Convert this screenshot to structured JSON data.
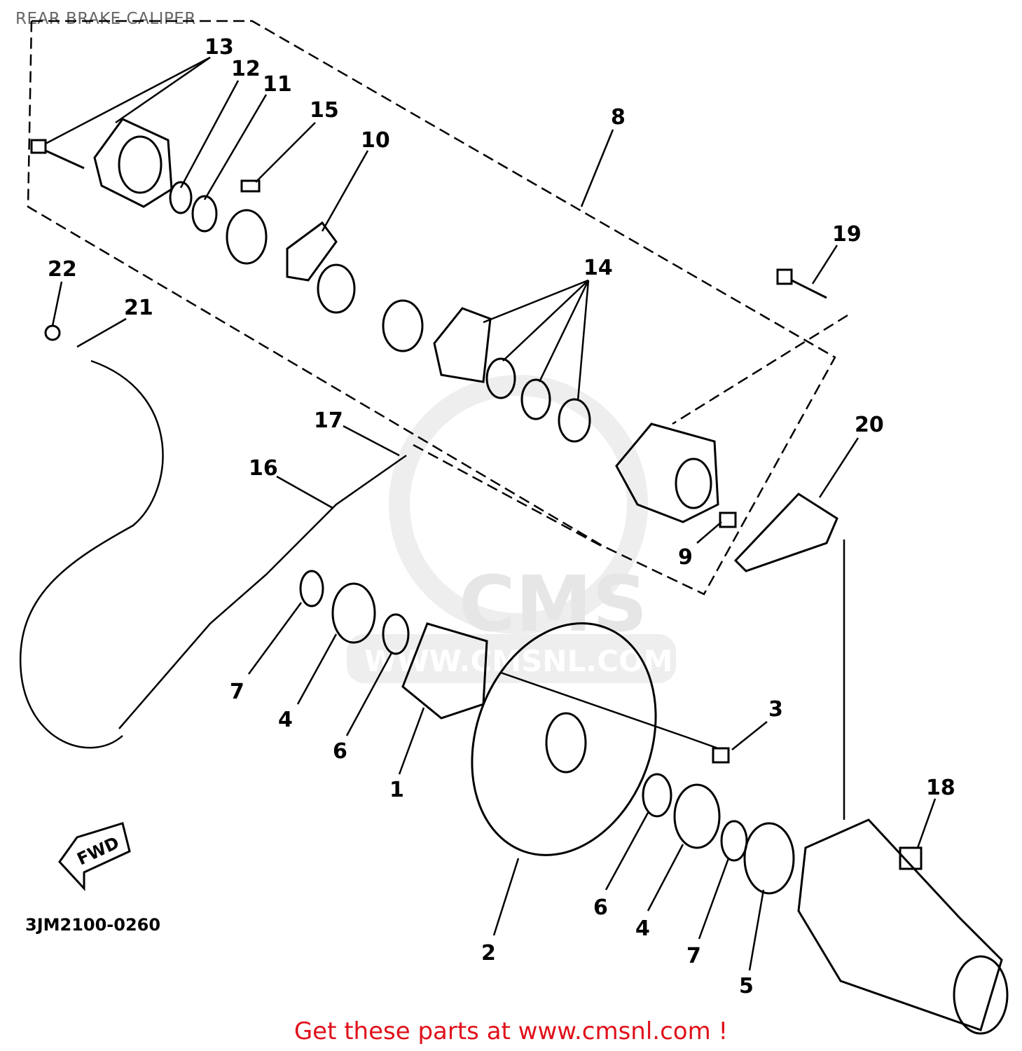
{
  "title": "REAR BRAKE CALIPER",
  "diagram_code": "3JM2100-0260",
  "fwd_label": "FWD",
  "watermark": {
    "brand": "CMS",
    "site": "WWW.CMSNL.COM"
  },
  "callouts": [
    "13",
    "12",
    "11",
    "15",
    "10",
    "8",
    "19",
    "14",
    "22",
    "21",
    "17",
    "20",
    "16",
    "9",
    "7",
    "4",
    "6",
    "1",
    "3",
    "18",
    "2",
    "6",
    "4",
    "7",
    "5"
  ],
  "footer": {
    "text": "Get these parts at www.cmsnl.com !"
  }
}
